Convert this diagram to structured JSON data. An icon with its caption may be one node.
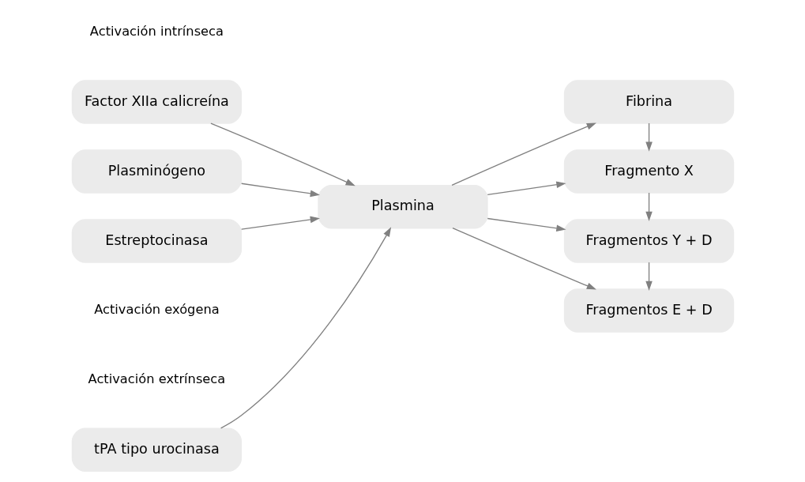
{
  "diagram": {
    "nodes": [
      {
        "text": [
          "Factor XIIa calicreína"
        ]
      },
      {
        "text": [
          "tPA tipo urocinasa"
        ]
      },
      {
        "text": [
          "Plasminógeno"
        ]
      },
      {
        "text": [
          "Plasmina"
        ]
      },
      {
        "text": [
          "Estreptocinasa"
        ]
      },
      {
        "text": [
          "Fibrina"
        ]
      },
      {
        "text": [
          "Fragmento X"
        ]
      },
      {
        "text": [
          "Fragmentos Y + D"
        ]
      },
      {
        "text": [
          "Fragmentos E + D"
        ]
      }
    ],
    "edges": [
      {
        "from": 2,
        "to": 3,
        "arrow": "to"
      },
      {
        "from": 0,
        "to": 3,
        "arrow": "to"
      },
      {
        "from": 1,
        "to": 3,
        "arrow": "to"
      },
      {
        "from": 4,
        "to": 3,
        "arrow": "to"
      },
      {
        "from": 3,
        "to": 5,
        "arrow": "to"
      },
      {
        "from": 3,
        "to": 6,
        "arrow": "to"
      },
      {
        "from": 3,
        "to": 7,
        "arrow": "to"
      },
      {
        "from": 3,
        "to": 8,
        "arrow": "to"
      },
      {
        "from": 5,
        "to": 6,
        "arrow": "to"
      },
      {
        "from": 6,
        "to": 7,
        "arrow": "to"
      },
      {
        "from": 7,
        "to": 8,
        "arrow": "to"
      }
    ],
    "labels": [
      "Activación intrínseca",
      "Activación extrínseca",
      "Activación exógena"
    ]
  }
}
